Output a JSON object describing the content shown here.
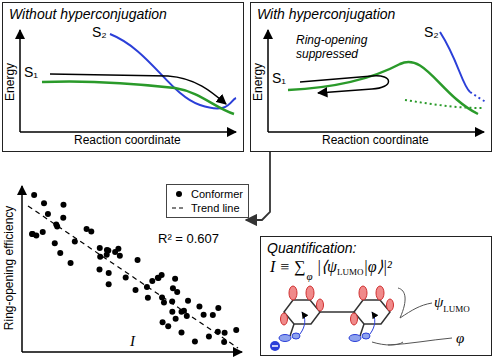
{
  "diagram": {
    "nodes": [
      {
        "text": [
          "Without hyperconjugation"
        ]
      },
      {
        "text": [
          "With hyperconjugation"
        ]
      },
      {
        "text": [
          "R² = 0.607"
        ]
      },
      {
        "text": [
          "Quantification:"
        ]
      }
    ],
    "edges": [
      {
        "from": 1,
        "to": 2,
        "arrow": "to"
      }
    ],
    "labels": [
      "Energy",
      "Reaction coordinate",
      "S₂",
      "S₁",
      "Energy",
      "Reaction coordinate",
      "S₂",
      "Ring-opening suppressed",
      "S₁",
      "Ring-opening efficiency",
      "I",
      "I ≡ ∑",
      "φ",
      "|⟨ψ",
      "LUMO",
      "|φ⟩|²",
      "ψ",
      "LUMO",
      "φ"
    ],
    "legend": [
      {
        "text": "Conformer"
      },
      {
        "text": "Trend line"
      }
    ]
  }
}
